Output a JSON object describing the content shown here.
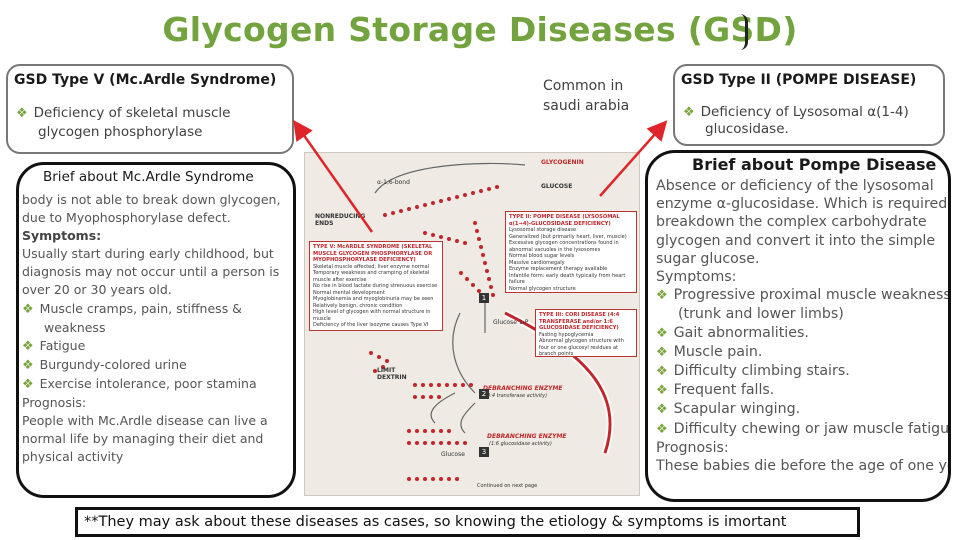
{
  "title": "Glycogen Storage Diseases (GSD)",
  "gsd_v": {
    "heading": "GSD Type V (Mc.Ardle Syndrome)",
    "item": "Deficiency of skeletal muscle glycogen phosphorylase"
  },
  "common_note": "Common in saudi arabia",
  "gsd_ii": {
    "heading": "GSD Type II  (POMPE DISEASE)",
    "item": "Deficiency of Lysosomal α(1-4) glucosidase."
  },
  "brief_mcardle": {
    "heading": "Brief about Mc.Ardle Syndrome",
    "intro": "body is not able to break down glycogen, due to Myophosphorylase defect.",
    "symptoms_label": "Symptoms:",
    "symptoms_text": "Usually start during early childhood, but diagnosis may not occur until a person is over 20 or 30 years old.",
    "bullets": [
      "Muscle cramps, pain, stiffness &",
      "Fatigue",
      "Burgundy-colored urine",
      "Exercise intolerance, poor stamina"
    ],
    "weakness": "weakness",
    "prognosis_label": "Prognosis:",
    "prognosis_text": "People with Mc.Ardle disease can live a normal life by managing their diet and physical activity"
  },
  "brief_pompe": {
    "heading": "Brief about Pompe Disease",
    "intro": "Absence or deficiency of the lysosomal enzyme α-glucosidase. Which is required to breakdown the complex carbohydrate glycogen and convert it into the simple sugar glucose.",
    "symptoms_label": "Symptoms:",
    "symptoms": [
      "Progressive proximal muscle weakness (trunk and lower limbs)",
      "Gait abnormalities.",
      "Muscle pain.",
      "Difficulty climbing stairs.",
      "Frequent falls.",
      "Scapular winging.",
      "Difficulty chewing or jaw muscle fatigue."
    ],
    "prognosis_label": "Prognosis:",
    "prognosis_text": "These babies die before the age of one year"
  },
  "figure": {
    "glycogenin": "GLYCOGENIN",
    "bond": "α-1,6-bond",
    "nonreducing": "NONREDUCING ENDS",
    "glucose": "GLUCOSE",
    "limit_dextrin": "LIMIT DEXTRIN",
    "debranching_1": "DEBRANCHING ENZYME",
    "debranching_1_sub": "(4:4 transferase activity)",
    "debranching_2": "DEBRANCHING ENZYME",
    "debranching_2_sub": "(1:6 glucosidase activity)",
    "glucose_label": "Glucose",
    "glucose_1p": "Glucose 1-P",
    "continued": "Continued on next page",
    "inset_v_title": "TYPE V: McARDLE SYNDROME (SKELETAL MUSCLE GLYCOGEN PHOSPHORYLASE OR MYOPHOSPHORYLASE DEFICIENCY)",
    "inset_v_lines": [
      "Skeletal muscle affected; liver enzyme normal",
      "Temporary weakness and cramping of skeletal muscle after exercise",
      "No rise in blood lactate during strenuous exercise",
      "Normal mental development",
      "Myoglobinemia and myoglobinuria may be seen",
      "Relatively benign, chronic condition",
      "High level of glycogen with normal structure in muscle",
      "Deficiency of the liver isozyme causes Type VI"
    ],
    "inset_ii_title": "TYPE II: POMPE DISEASE (LYSOSOMAL α(1→4)-GLUCOSIDASE DEFICIENCY)",
    "inset_ii_lines": [
      "Lysosomal storage disease",
      "Generalized (but primarily heart, liver, muscle)",
      "Excessive glycogen concentrations found in abnormal vacuoles in the lysosomes",
      "Normal blood sugar levels",
      "Massive cardiomegaly",
      "Enzyme replacement therapy available",
      "Infantile form: early death typically from heart failure",
      "Normal glycogen structure"
    ],
    "inset_iii_title": "TYPE III: CORI DISEASE (4:4 TRANSFERASE and/or 1:6 GLUCOSIDASE DEFICIENCY)",
    "inset_iii_lines": [
      "Fasting hypoglycemia",
      "Abnormal glycogen structure with four or one glucosyl residues at branch points"
    ],
    "num_1": "1",
    "num_2": "2",
    "num_3": "3"
  },
  "footer": "**They may ask about these diseases as cases, so knowing the etiology & symptoms is imortant",
  "colors": {
    "title": "#73a33e",
    "bullet": "#7aa33a",
    "arrow": "#e0252a"
  }
}
